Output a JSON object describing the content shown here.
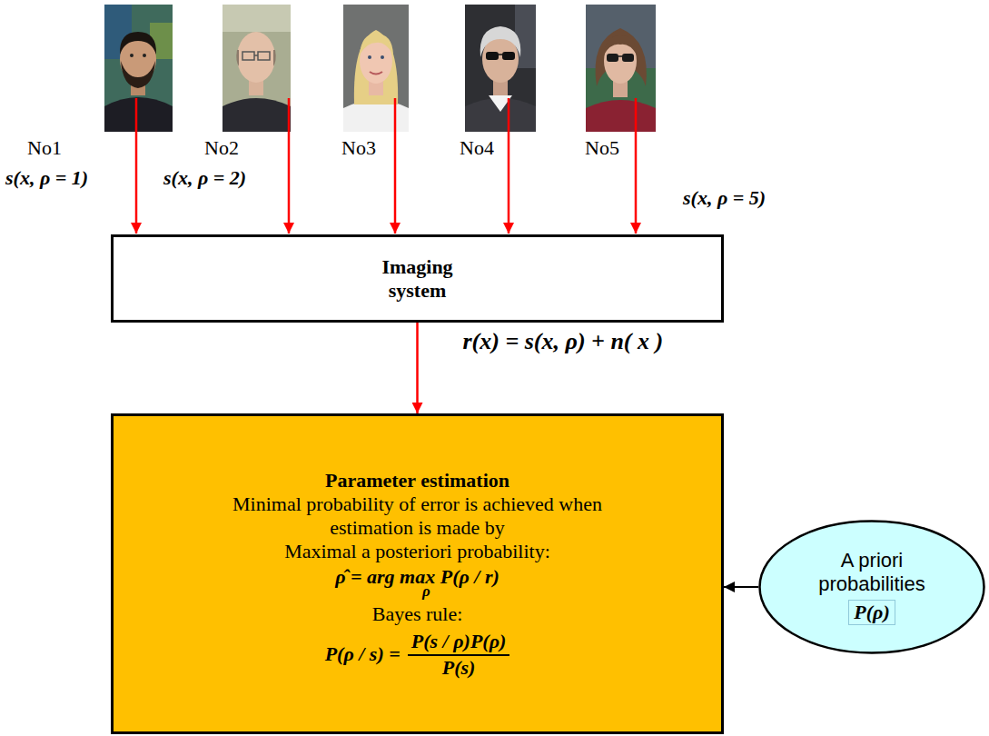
{
  "diagram": {
    "nodes": [
      {
        "text": [
          "Imaging system"
        ]
      },
      {
        "text": [
          "Parameter estimation",
          "Minimal probability of error is achieved when estimation is made by",
          "Maximal a posteriori probability:",
          "ρ̂ = arg max P(ρ / r)",
          "ρ",
          "Bayes rule:",
          "P(ρ / s) =",
          "P(s / ρ)P(ρ)",
          "P(s)"
        ]
      },
      {
        "text": [
          "A priori probabilities",
          "P(ρ)"
        ]
      }
    ],
    "edges": [
      {
        "from": 0,
        "to": 1,
        "arrow": "to",
        "label": "r(x) = s(x, ρ) + n( x )"
      },
      {
        "from": 2,
        "to": 1,
        "arrow": "to"
      }
    ],
    "labels": [
      "No1",
      "No2",
      "No3",
      "No4",
      "No5",
      "s(x, ρ = 1)",
      "s(x, ρ = 2)",
      "s(x, ρ = 5)"
    ]
  }
}
